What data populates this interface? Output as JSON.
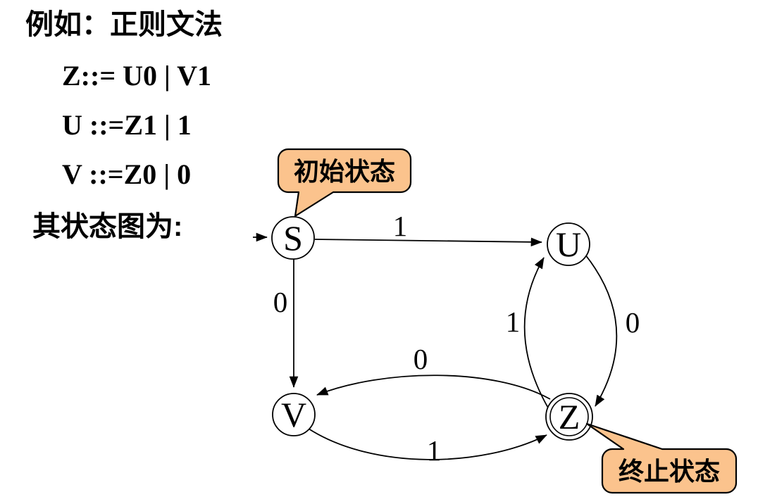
{
  "title": "例如：正则文法",
  "grammar": {
    "rules": [
      "Z::= U0 | V1",
      "U ::=Z1 | 1",
      "V ::=Z0 | 0"
    ]
  },
  "caption": "其状态图为:",
  "diagram": {
    "states": [
      {
        "id": "S",
        "label": "S",
        "type": "initial"
      },
      {
        "id": "U",
        "label": "U",
        "type": "normal"
      },
      {
        "id": "V",
        "label": "V",
        "type": "normal"
      },
      {
        "id": "Z",
        "label": "Z",
        "type": "final"
      }
    ],
    "transitions": [
      {
        "from": "S",
        "to": "U",
        "label": "1"
      },
      {
        "from": "S",
        "to": "V",
        "label": "0"
      },
      {
        "from": "U",
        "to": "Z",
        "label": "0"
      },
      {
        "from": "Z",
        "to": "U",
        "label": "1"
      },
      {
        "from": "Z",
        "to": "V",
        "label": "0"
      },
      {
        "from": "V",
        "to": "Z",
        "label": "1"
      }
    ],
    "callouts": [
      {
        "text": "初始状态",
        "points_to": "S"
      },
      {
        "text": "终止状态",
        "points_to": "Z"
      }
    ],
    "colors": {
      "callout_fill": "#FBC38D",
      "stroke": "#000000",
      "background": "#FFFFFF"
    }
  }
}
